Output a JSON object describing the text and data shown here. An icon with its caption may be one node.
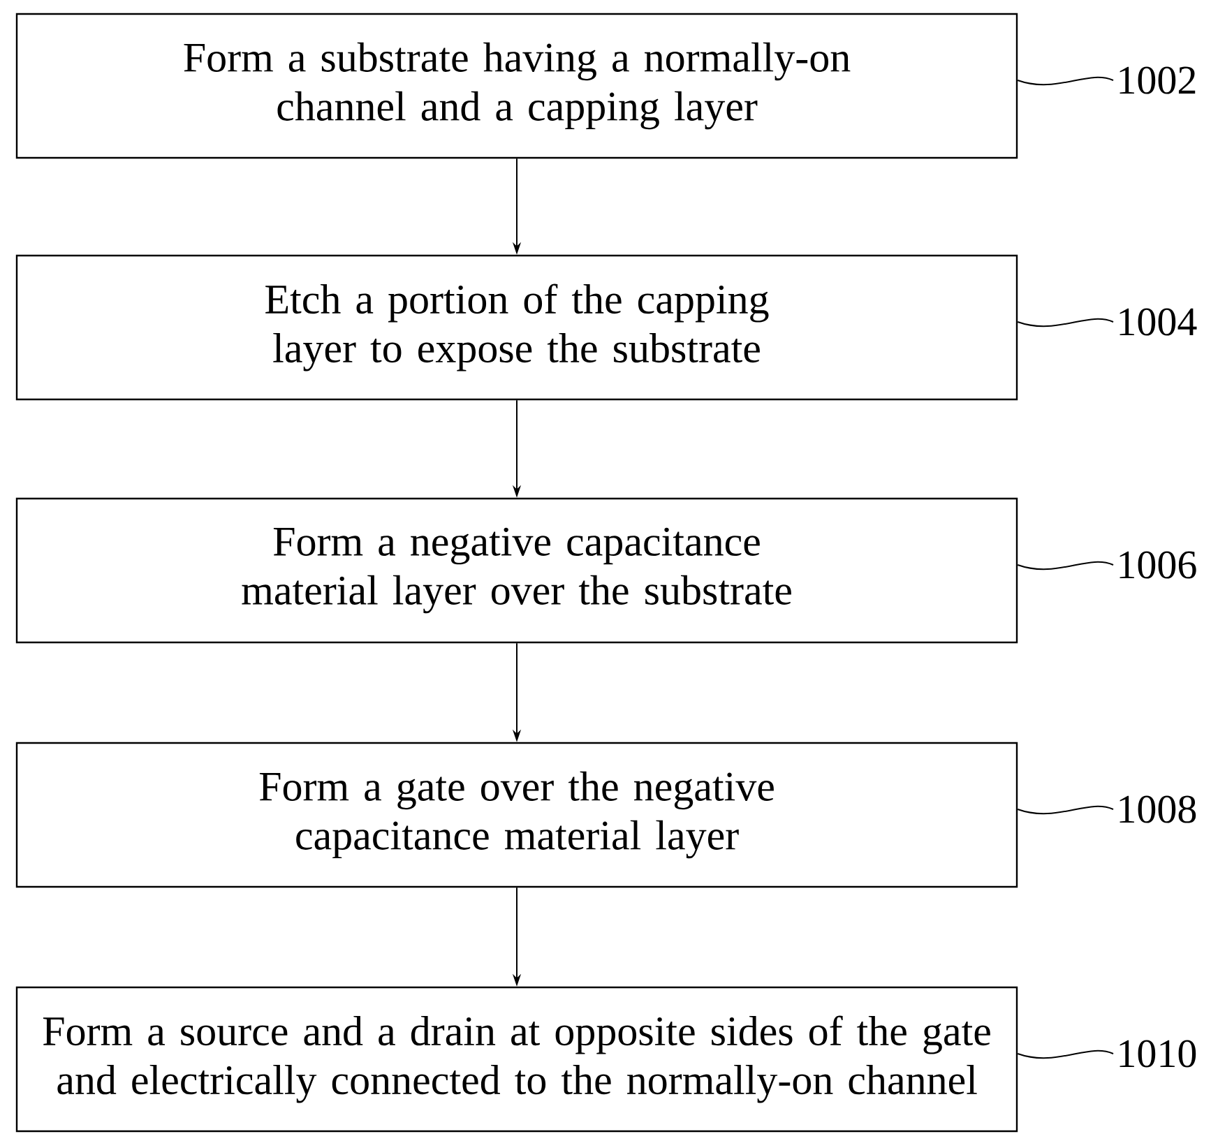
{
  "diagram": {
    "nodes": [
      {
        "text": [
          "Form a substrate having a normally-on channel and a capping layer"
        ]
      },
      {
        "text": [
          "Etch a portion of the capping layer to expose the substrate"
        ]
      },
      {
        "text": [
          "Form a negative capacitance material layer over the substrate"
        ]
      },
      {
        "text": [
          "Form a gate over the negative capacitance material layer"
        ]
      },
      {
        "text": [
          "Form a source and a drain at opposite sides of the gate and electrically connected to the normally-on channel"
        ]
      },
      {
        "text": [
          "1002"
        ]
      },
      {
        "text": [
          "1004"
        ]
      },
      {
        "text": [
          "1006"
        ]
      },
      {
        "text": [
          "1008"
        ]
      },
      {
        "text": [
          "1010"
        ]
      }
    ],
    "edges": [
      {
        "from": 0,
        "to": 1,
        "arrow": "to"
      },
      {
        "from": 1,
        "to": 2,
        "arrow": "to"
      },
      {
        "from": 2,
        "to": 3,
        "arrow": "to"
      },
      {
        "from": 3,
        "to": 4,
        "arrow": "to"
      },
      {
        "from": 5,
        "to": 0,
        "arrow": "none"
      },
      {
        "from": 6,
        "to": 1,
        "arrow": "none"
      },
      {
        "from": 7,
        "to": 2,
        "arrow": "none"
      },
      {
        "from": 8,
        "to": 3,
        "arrow": "none"
      },
      {
        "from": 9,
        "to": 4,
        "arrow": "none"
      }
    ]
  }
}
